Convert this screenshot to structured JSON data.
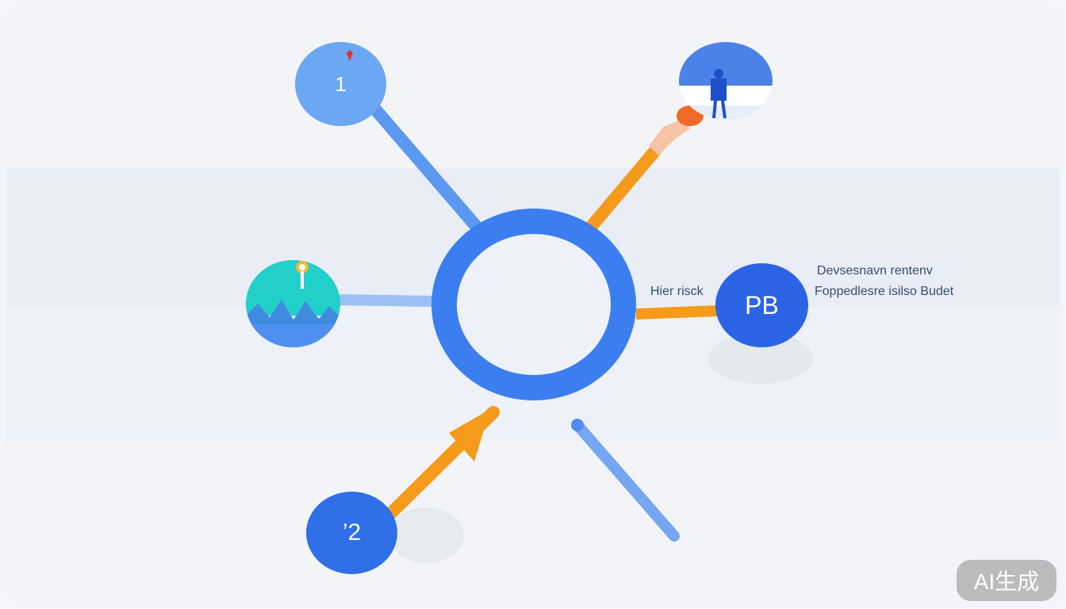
{
  "diagram": {
    "type": "hub-and-spoke",
    "nodes": {
      "top_left": {
        "label": "1"
      },
      "bottom_left": {
        "label": "’2"
      },
      "right": {
        "label": "PB"
      }
    },
    "labels": {
      "edge_label": "Hier risck",
      "right_line1": "Devsesnavn rentenv",
      "right_line2": "Foppedlesre isilso Budet"
    },
    "colors": {
      "primary": "#3b7ef0",
      "light_blue": "#6ba7f2",
      "accent_orange": "#f59a1b",
      "teal": "#22cfc9"
    }
  },
  "watermark": {
    "text": "AI生成"
  }
}
